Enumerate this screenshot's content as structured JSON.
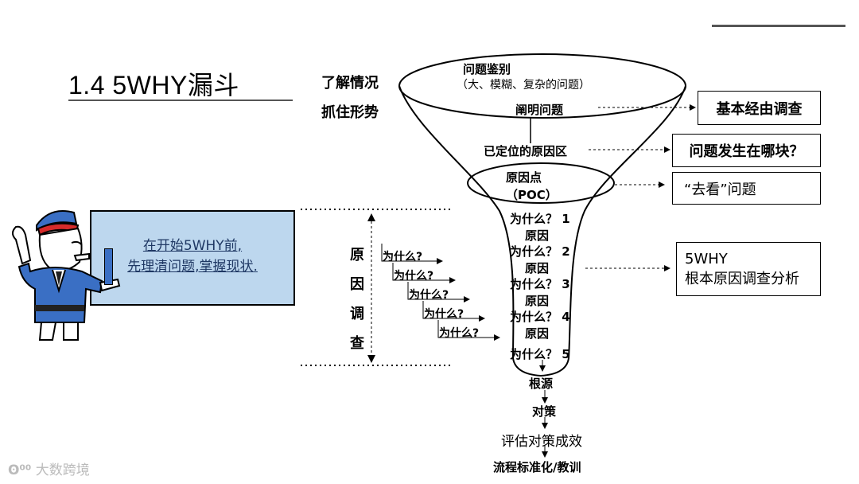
{
  "title": "1.4  5WHY漏斗",
  "left_labels": [
    "了解情况",
    "抓住形势"
  ],
  "funnel": {
    "top_title": "问题鉴别",
    "top_subtitle": "（大、模糊、复杂的问题）",
    "clarify": "阐明问题",
    "located": "已定位的原因区",
    "poc_line1": "原因点",
    "poc_line2": "（POC）",
    "why_steps": [
      "为什么？ 1",
      "原因",
      "为什么？ 2",
      "原因",
      "为什么？ 3",
      "原因",
      "为什么？ 4",
      "原因",
      "为什么？ 5"
    ],
    "root": "根源",
    "countermeasure": "对策",
    "evaluate": "评估对策成效",
    "standardize": "流程标准化/教训"
  },
  "right_boxes": {
    "box1": "基本经由调查",
    "box2": "问题发生在哪块？",
    "box3": "“去看”问题",
    "box4_line1": "5WHY",
    "box4_line2": "根本原因调查分析"
  },
  "investigation_label": [
    "原",
    "因",
    "调",
    "查"
  ],
  "staircase": [
    "为什么?",
    "为什么?",
    "为什么?",
    "为什么?",
    "为什么?"
  ],
  "notice": {
    "line1": "在开始5WHY前,",
    "line2": "先理清问题,掌握现状."
  },
  "logo_text": "大数跨境",
  "colors": {
    "notice_bg": "#bdd7ee",
    "notice_text": "#1f3864",
    "character_blue": "#3a6fc4",
    "cap_red": "#d62b2b"
  }
}
